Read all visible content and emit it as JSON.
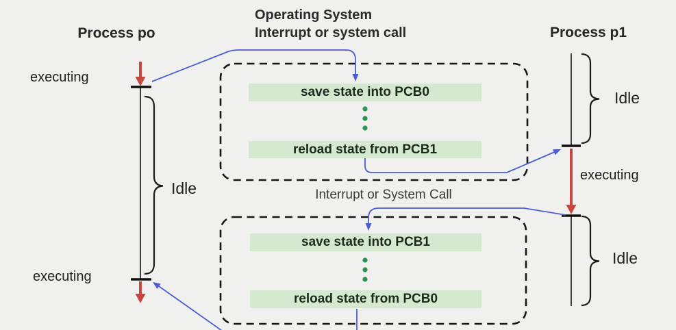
{
  "colors": {
    "background": "#f0f0ee",
    "blue_arrow": "#4c5cd4",
    "red_arrow": "#c8463e",
    "green_bar_bg": "#d5e9d1",
    "green_bar_text": "#1c2a1c",
    "green_dot": "#2d9355",
    "text": "#202020"
  },
  "header": {
    "line1": "Operating System",
    "line2": "Interrupt or system call"
  },
  "process_p0": {
    "title": "Process po",
    "executing_top": "executing",
    "idle": "Idle",
    "executing_bottom": "executing"
  },
  "process_p1": {
    "title": "Process p1",
    "idle_top": "Idle",
    "executing": "executing",
    "idle_bottom": "Idle"
  },
  "os_box1": {
    "save": "save state into PCB0",
    "reload": "reload state from PCB1"
  },
  "interrupt_label": "Interrupt or System Call",
  "os_box2": {
    "save": "save state into PCB1",
    "reload": "reload state from PCB0"
  }
}
